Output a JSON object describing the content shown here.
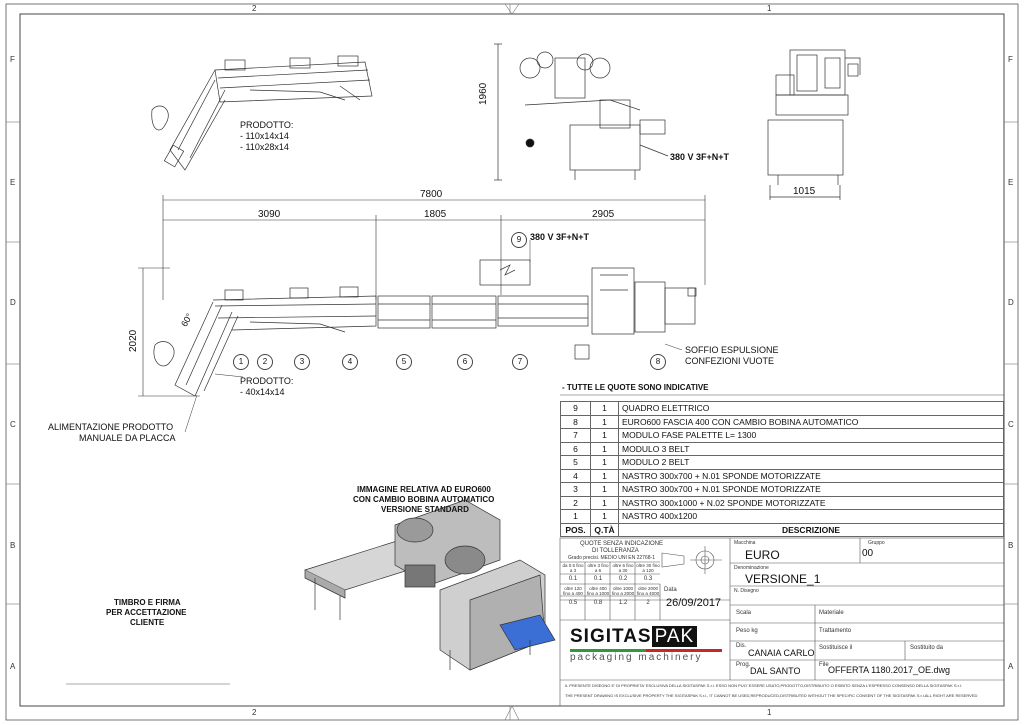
{
  "zones": {
    "top": [
      "2",
      "1"
    ],
    "bottom": [
      "2",
      "1"
    ],
    "left": [
      "F",
      "E",
      "D",
      "C",
      "B",
      "A"
    ],
    "right": [
      "F",
      "E",
      "D",
      "C",
      "B",
      "A"
    ]
  },
  "dims": {
    "height_top": "1960",
    "width_side": "1015",
    "overall": "7800",
    "seg1": "3090",
    "seg2": "1805",
    "seg3": "2905",
    "height_plan": "2020",
    "angle": "60°"
  },
  "notes": {
    "product_top_title": "PRODOTTO:",
    "product_top_1": "- 110x14x14",
    "product_top_2": "- 110x28x14",
    "power_top": "380 V 3F+N+T",
    "power_plan": "380 V 3F+N+T",
    "callout_power": "9",
    "product_plan_title": "PRODOTTO:",
    "product_plan_1": "- 40x14x14",
    "feed_1": "ALIMENTAZIONE PRODOTTO",
    "feed_2": "MANUALE DA PLACCA",
    "blow_1": "SOFFIO ESPULSIONE",
    "blow_2": "CONFEZIONI VUOTE",
    "all_quotes": "- TUTTE LE QUOTE SONO INDICATIVE",
    "image_1": "IMMAGINE RELATIVA AD EURO600",
    "image_2": "CON CAMBIO BOBINA AUTOMATICO",
    "image_3": "VERSIONE STANDARD",
    "stamp_1": "TIMBRO E FIRMA",
    "stamp_2": "PER ACCETTAZIONE",
    "stamp_3": "CLIENTE"
  },
  "callouts": [
    "1",
    "2",
    "3",
    "4",
    "5",
    "6",
    "7",
    "8"
  ],
  "bom": {
    "rows": [
      {
        "pos": "9",
        "qty": "1",
        "desc": "QUADRO ELETTRICO"
      },
      {
        "pos": "8",
        "qty": "1",
        "desc": "EURO600 FASCIA 400 CON CAMBIO BOBINA AUTOMATICO"
      },
      {
        "pos": "7",
        "qty": "1",
        "desc": "MODULO FASE PALETTE L= 1300"
      },
      {
        "pos": "6",
        "qty": "1",
        "desc": "MODULO 3 BELT"
      },
      {
        "pos": "5",
        "qty": "1",
        "desc": "MODULO 2 BELT"
      },
      {
        "pos": "4",
        "qty": "1",
        "desc": "NASTRO 300x700 + N.01 SPONDE MOTORIZZATE"
      },
      {
        "pos": "3",
        "qty": "1",
        "desc": "NASTRO 300x700 + N.01 SPONDE MOTORIZZATE"
      },
      {
        "pos": "2",
        "qty": "1",
        "desc": "NASTRO 300x1000 + N.02 SPONDE MOTORIZZATE"
      },
      {
        "pos": "1",
        "qty": "1",
        "desc": "NASTRO 400x1200"
      }
    ],
    "head_pos": "POS.",
    "head_qty": "Q.TÀ",
    "head_desc": "DESCRIZIONE"
  },
  "titleblock": {
    "tol_1": "QUOTE SENZA INDICAZIONE",
    "tol_2": "DI TOLLERANZA",
    "tol_3": "Grado precisi. MEDIO UNI EN 22768-1",
    "tol_h": [
      "da 0.5 fino a 3",
      "oltre 3 fino a 6",
      "oltre 6 fino a 30",
      "oltre 30 fino a 120"
    ],
    "tol_v": [
      "0.1",
      "0.1",
      "0.2",
      "0.3"
    ],
    "tol_h2": [
      "oltre 120 fino a 400",
      "oltre 400 fino a 1000",
      "oltre 1000 fino a 2000",
      "oltre 2000 fino a 4000"
    ],
    "tol_v2": [
      "0.5",
      "0.8",
      "1.2",
      "2"
    ],
    "date_label": "Data",
    "date": "26/09/2017",
    "macchina_label": "Macchina",
    "macchina": "EURO",
    "gruppo_label": "Gruppo",
    "gruppo": "00",
    "denom_label": "Denominazione",
    "denom": "VERSIONE_1",
    "ndis_label": "N. Disegno",
    "scala_label": "Scala",
    "materiale_label": "Materiale",
    "peso_label": "Peso kg",
    "tratt_label": "Trattamento",
    "dis_label": "Dis.",
    "dis": "CANAIA CARLO",
    "sost_label": "Sostituisce il",
    "sostda_label": "Sostituito da",
    "prog_label": "Prog.",
    "prog": "DAL SANTO",
    "file_label": "File",
    "file": "OFFERTA 1180.2017_OE.dwg",
    "logo_main_a": "SIGITAS",
    "logo_main_b": "PAK",
    "logo_sub": "packaging machinery",
    "legal_1": "IL PRESENTE DISEGNO E' DI PROPRIETA' ESCLUSIVA DELLA SIGITASPAK S.r.l. ESSO NON PUO' ESSERE USATO,PRODOTTO,DISTRIBUITO O ESIBITO SENZA L'ESPRESSO CONSENSO DELLA SIGITASPAK S.r.l.",
    "legal_2": "THE PRESENT DRAWING IS EXCLUSIVE PROPERTY THE SIGITASPAK S.r.l., IT CANNOT BE USED,REPRODUCED,DISTRIBUTED WITHOUT THE SPECIFIC CONSENT OF THE SIGITASPAK S.r.l.ALL RIGHT ARE RESERVED"
  }
}
